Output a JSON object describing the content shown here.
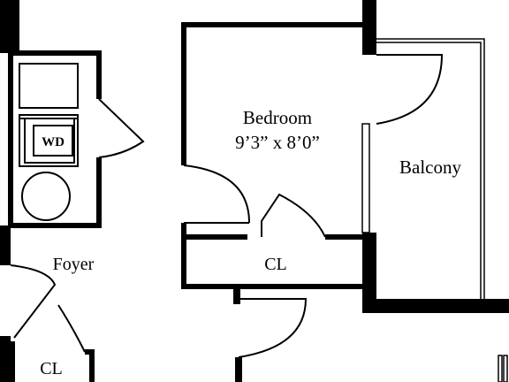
{
  "rooms": {
    "bedroom": {
      "name": "Bedroom",
      "dimensions": "9’3” x 8’0”"
    },
    "balcony": {
      "name": "Balcony"
    },
    "foyer": {
      "name": "Foyer"
    },
    "bedroom_closet": {
      "name": "CL"
    },
    "foyer_closet": {
      "name": "CL"
    }
  },
  "appliances": {
    "washer_dryer": {
      "label": "WD"
    }
  },
  "colors": {
    "wall": "#000000",
    "background": "#ffffff"
  }
}
